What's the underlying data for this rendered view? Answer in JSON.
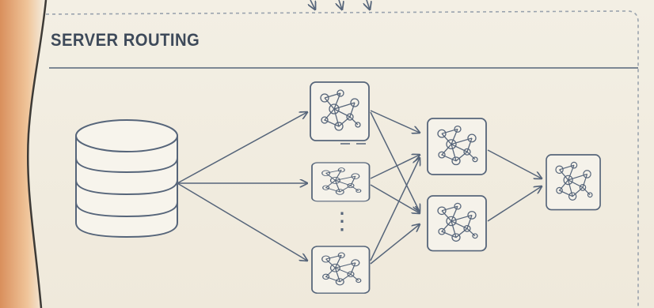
{
  "panel": {
    "title": "SERVER ROUTING"
  },
  "diagram": {
    "source": {
      "kind": "database",
      "icon": "database-icon"
    },
    "nodes": [
      {
        "id": "stage1-top",
        "icon": "network-graph-icon"
      },
      {
        "id": "stage1-middle",
        "icon": "network-graph-icon"
      },
      {
        "id": "stage1-bottom",
        "icon": "network-graph-icon"
      },
      {
        "id": "stage2-top",
        "icon": "network-graph-icon"
      },
      {
        "id": "stage2-bottom",
        "icon": "network-graph-icon"
      },
      {
        "id": "output",
        "icon": "network-graph-icon"
      }
    ],
    "ellipsis": "⋮",
    "colors": {
      "line": "#56657a",
      "dashed_border": "#9aa3ae",
      "node_fill": "#f5f2ea",
      "background": "#f1ece0",
      "side_accent": "#e9b98c"
    }
  }
}
